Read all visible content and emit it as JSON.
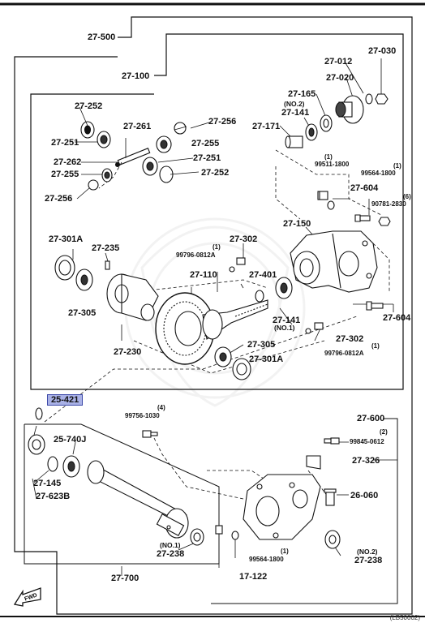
{
  "callouts": {
    "c27500": "27-500",
    "c27100": "27-100",
    "c27012": "27-012",
    "c27030": "27-030",
    "c27020": "27-020",
    "c27165": "27-165",
    "no2_141": "(NO.2)",
    "c27141_top": "27-141",
    "c27171": "27-171",
    "c27252_a": "27-252",
    "c27256_a": "27-256",
    "c27261": "27-261",
    "c27251_a": "27-251",
    "c27255_a": "27-255",
    "c27262": "27-262",
    "c27251_b": "27-251",
    "c27255_b": "27-255",
    "c27252_b": "27-252",
    "c27256_b": "27-256",
    "q1_a": "(1)",
    "c99511": "99511-1800",
    "q1_b": "(1)",
    "c99564_a": "99564-1800",
    "c27604_a": "27-604",
    "q6": "(6)",
    "c90781": "90781-2830",
    "c27150": "27-150",
    "c27301A_a": "27-301A",
    "c27235": "27-235",
    "q1_c": "(1)",
    "c99796_a": "99796-0812A",
    "c27302_a": "27-302",
    "c27110": "27-110",
    "c27401": "27-401",
    "c27305_a": "27-305",
    "c27141_bot": "27-141",
    "no1_141": "(NO.1)",
    "c27604_b": "27-604",
    "c27230": "27-230",
    "c27305_b": "27-305",
    "c27301A_b": "27-301A",
    "c27302_b": "27-302",
    "q1_d": "(1)",
    "c99796_b": "99796-0812A",
    "c25421": "25-421",
    "q4": "(4)",
    "c99756": "99756-1030",
    "c27600": "27-600",
    "q2": "(2)",
    "c99845": "99845-0612",
    "c25740J": "25-740J",
    "c27326": "27-326",
    "c27145": "27-145",
    "c27623B": "27-623B",
    "c26060": "26-060",
    "no1_238": "(NO.1)",
    "c27238_a": "27-238",
    "q1_e": "(1)",
    "c99564_b": "99564-1800",
    "no2_238": "(NO.2)",
    "c27238_b": "27-238",
    "c27700": "27-700",
    "c17122": "17-122"
  },
  "fwd_label": "FWD",
  "diagram_code": "(LB50002)",
  "colors": {
    "highlight": "#a9b1e6",
    "highlight_border": "#3d49a8",
    "ink": "#111111"
  }
}
